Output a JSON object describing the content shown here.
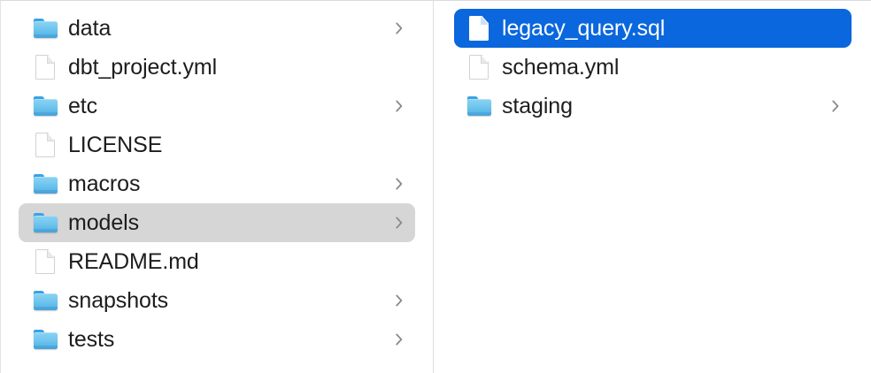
{
  "window": {
    "view_mode": "column-view",
    "app": "Finder",
    "accent_color": "#0a67dd",
    "selection_gray": "#d6d6d6",
    "text_color": "#1d1d1f",
    "folder_color": "#5fbce9"
  },
  "columns": [
    {
      "name": "parent-column",
      "items": [
        {
          "label": "data",
          "kind": "folder",
          "has_chevron": true,
          "state": "normal"
        },
        {
          "label": "dbt_project.yml",
          "kind": "file",
          "has_chevron": false,
          "state": "normal"
        },
        {
          "label": "etc",
          "kind": "folder",
          "has_chevron": true,
          "state": "normal"
        },
        {
          "label": "LICENSE",
          "kind": "file",
          "has_chevron": false,
          "state": "normal"
        },
        {
          "label": "macros",
          "kind": "folder",
          "has_chevron": true,
          "state": "normal"
        },
        {
          "label": "models",
          "kind": "folder",
          "has_chevron": true,
          "state": "selected-inactive"
        },
        {
          "label": "README.md",
          "kind": "file",
          "has_chevron": false,
          "state": "normal"
        },
        {
          "label": "snapshots",
          "kind": "folder",
          "has_chevron": true,
          "state": "normal"
        },
        {
          "label": "tests",
          "kind": "folder",
          "has_chevron": true,
          "state": "normal"
        }
      ]
    },
    {
      "name": "child-column",
      "items": [
        {
          "label": "legacy_query.sql",
          "kind": "file",
          "has_chevron": false,
          "state": "selected-active"
        },
        {
          "label": "schema.yml",
          "kind": "file",
          "has_chevron": false,
          "state": "normal"
        },
        {
          "label": "staging",
          "kind": "folder",
          "has_chevron": true,
          "state": "normal"
        }
      ]
    }
  ]
}
